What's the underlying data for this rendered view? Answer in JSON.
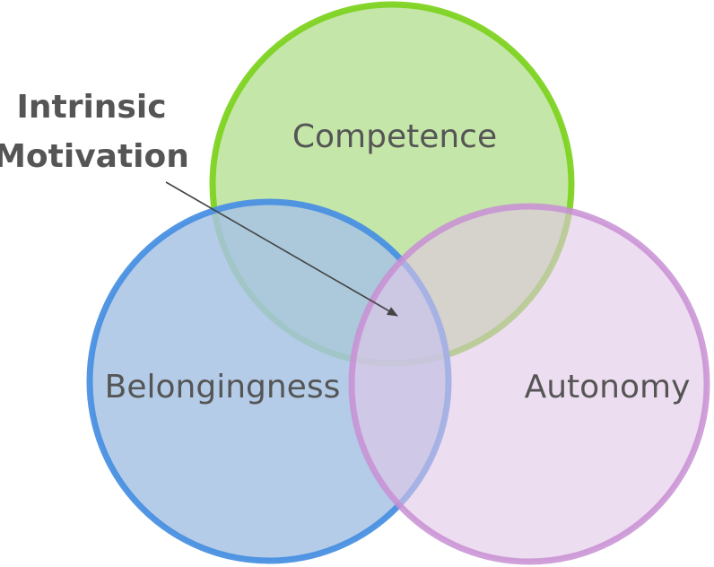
{
  "diagram": {
    "circles": {
      "competence": {
        "label": "Competence",
        "fill": "#bfe3a0",
        "stroke": "#7ed321"
      },
      "belongingness": {
        "label": "Belongingness",
        "fill": "#a7c3e4",
        "stroke": "#4a90e2"
      },
      "autonomy": {
        "label": "Autonomy",
        "fill": "#e1c6e6",
        "stroke": "#c88fd4"
      }
    },
    "callout": {
      "line1": "Intrinsic",
      "line2": "Motivation",
      "text_color": "#555555",
      "arrow_color": "#444444"
    }
  }
}
